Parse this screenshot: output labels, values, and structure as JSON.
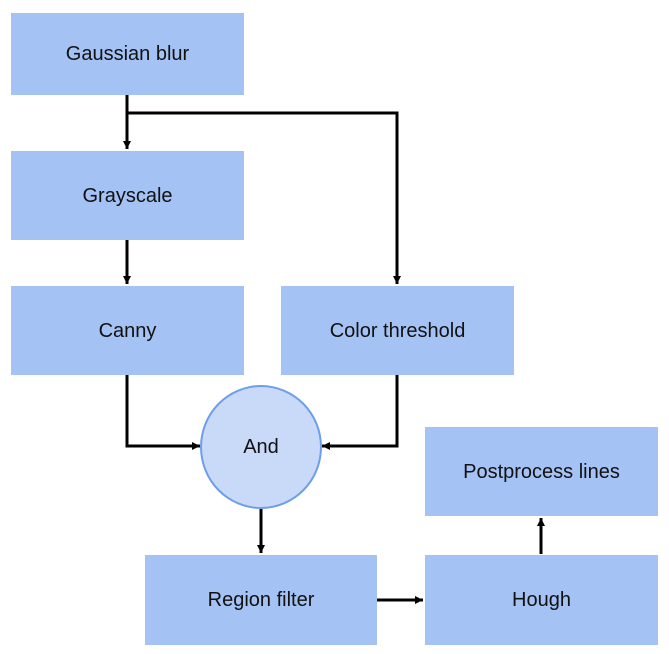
{
  "diagram": {
    "nodes": {
      "gaussian_blur": "Gaussian blur",
      "grayscale": "Grayscale",
      "canny": "Canny",
      "color_threshold": "Color threshold",
      "and": "And",
      "region_filter": "Region filter",
      "hough": "Hough",
      "postprocess_lines": "Postprocess lines"
    },
    "edges": [
      {
        "from": "gaussian_blur",
        "to": "grayscale"
      },
      {
        "from": "gaussian_blur",
        "to": "color_threshold"
      },
      {
        "from": "grayscale",
        "to": "canny"
      },
      {
        "from": "canny",
        "to": "and"
      },
      {
        "from": "color_threshold",
        "to": "and"
      },
      {
        "from": "and",
        "to": "region_filter"
      },
      {
        "from": "region_filter",
        "to": "hough"
      },
      {
        "from": "hough",
        "to": "postprocess_lines"
      }
    ],
    "colors": {
      "box_fill": "#a4c2f4",
      "circle_fill": "#c9daf8",
      "circle_border": "#6d9eeb",
      "edge": "#000000"
    }
  }
}
